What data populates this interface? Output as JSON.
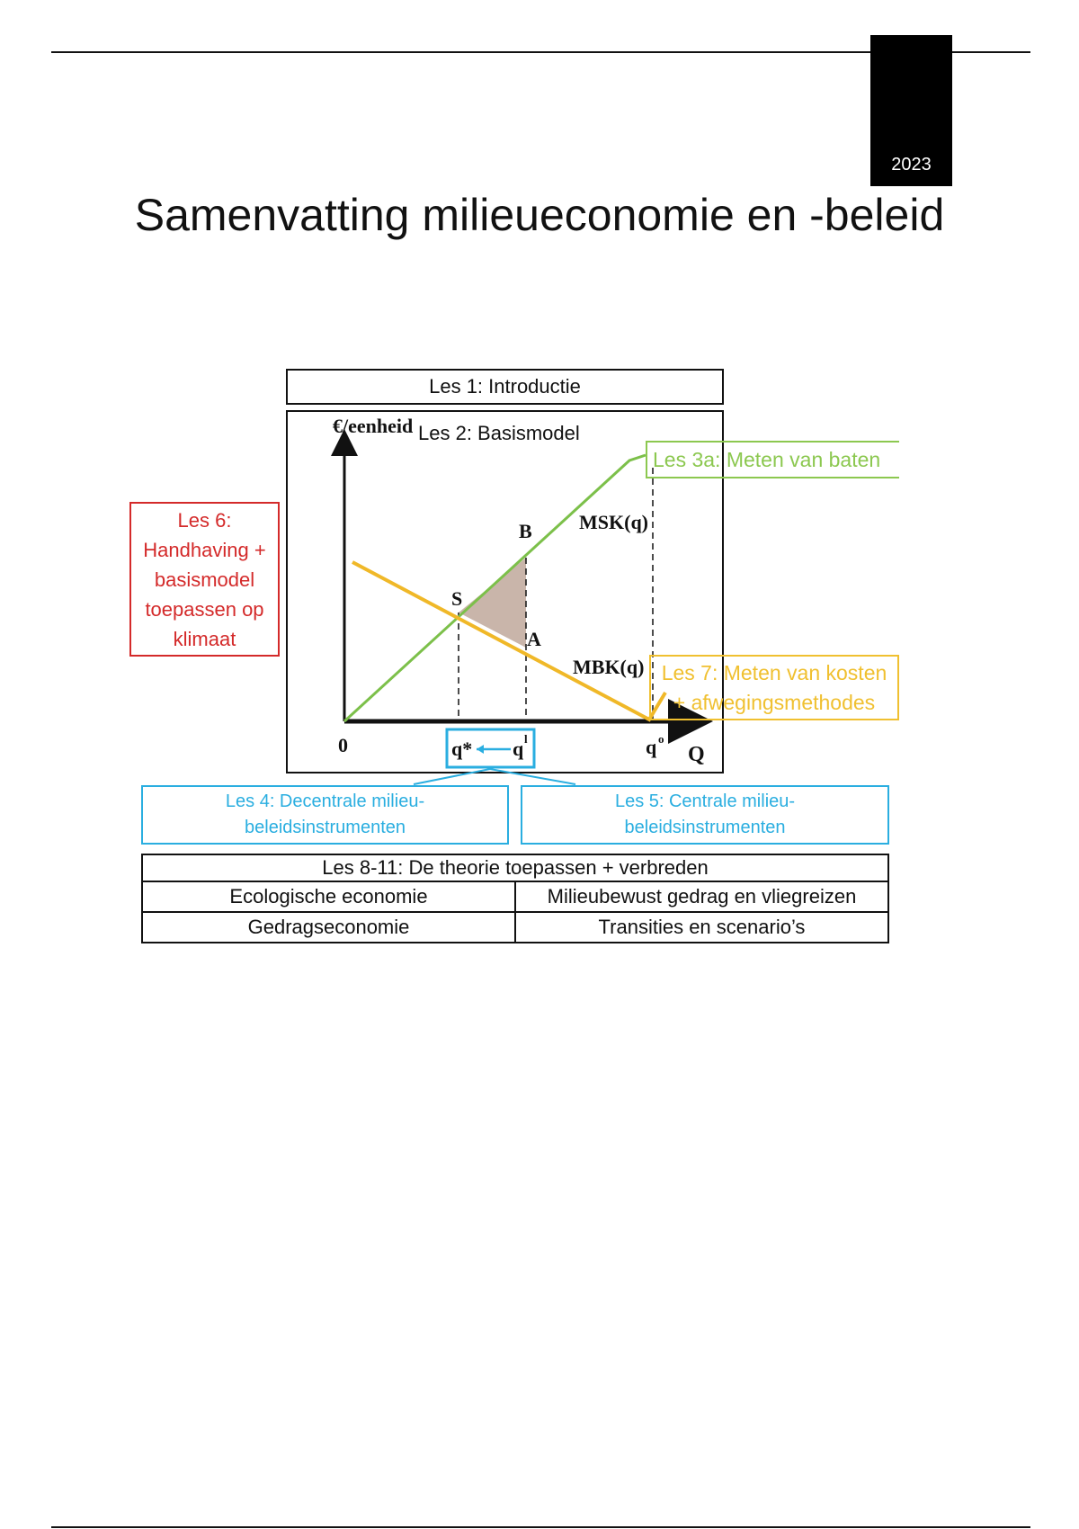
{
  "header": {
    "year": "2023",
    "title": "Samenvatting milieueconomie en -beleid"
  },
  "diagram": {
    "les1": "Les 1: Introductie",
    "les2": "Les 2: Basismodel",
    "les3a": "Les 3a: Meten van baten",
    "les6": [
      "Les 6:",
      "Handhaving +",
      "basismodel",
      "toepassen op",
      "klimaat"
    ],
    "les7": [
      "Les 7: Meten van kosten",
      "+ afwegingsmethodes"
    ],
    "les4": [
      "Les 4: Decentrale milieu-",
      "beleidsinstrumenten"
    ],
    "les5": [
      "Les 5: Centrale milieu-",
      "beleidsinstrumenten"
    ],
    "graph": {
      "ylabel": "€/eenheid",
      "xlabel": "Q",
      "origin": "0",
      "msk": "MSK(q)",
      "mbk": "MBK(q)",
      "point_s": "S",
      "point_b": "B",
      "point_a": "A",
      "q_star": "q*",
      "q_prime": "q",
      "q_prime_sup": "l",
      "q_zero": "q",
      "q_zero_sup": "o",
      "colors": {
        "msk": "#7cc04a",
        "mbk": "#f0b828",
        "area": "#c9b5aa"
      }
    },
    "table": {
      "header": "Les 8-11: De theorie toepassen + verbreden",
      "rows": [
        [
          "Ecologische economie",
          "Milieubewust gedrag en vliegreizen"
        ],
        [
          "Gedragseconomie",
          "Transities en scenario’s"
        ]
      ]
    }
  }
}
